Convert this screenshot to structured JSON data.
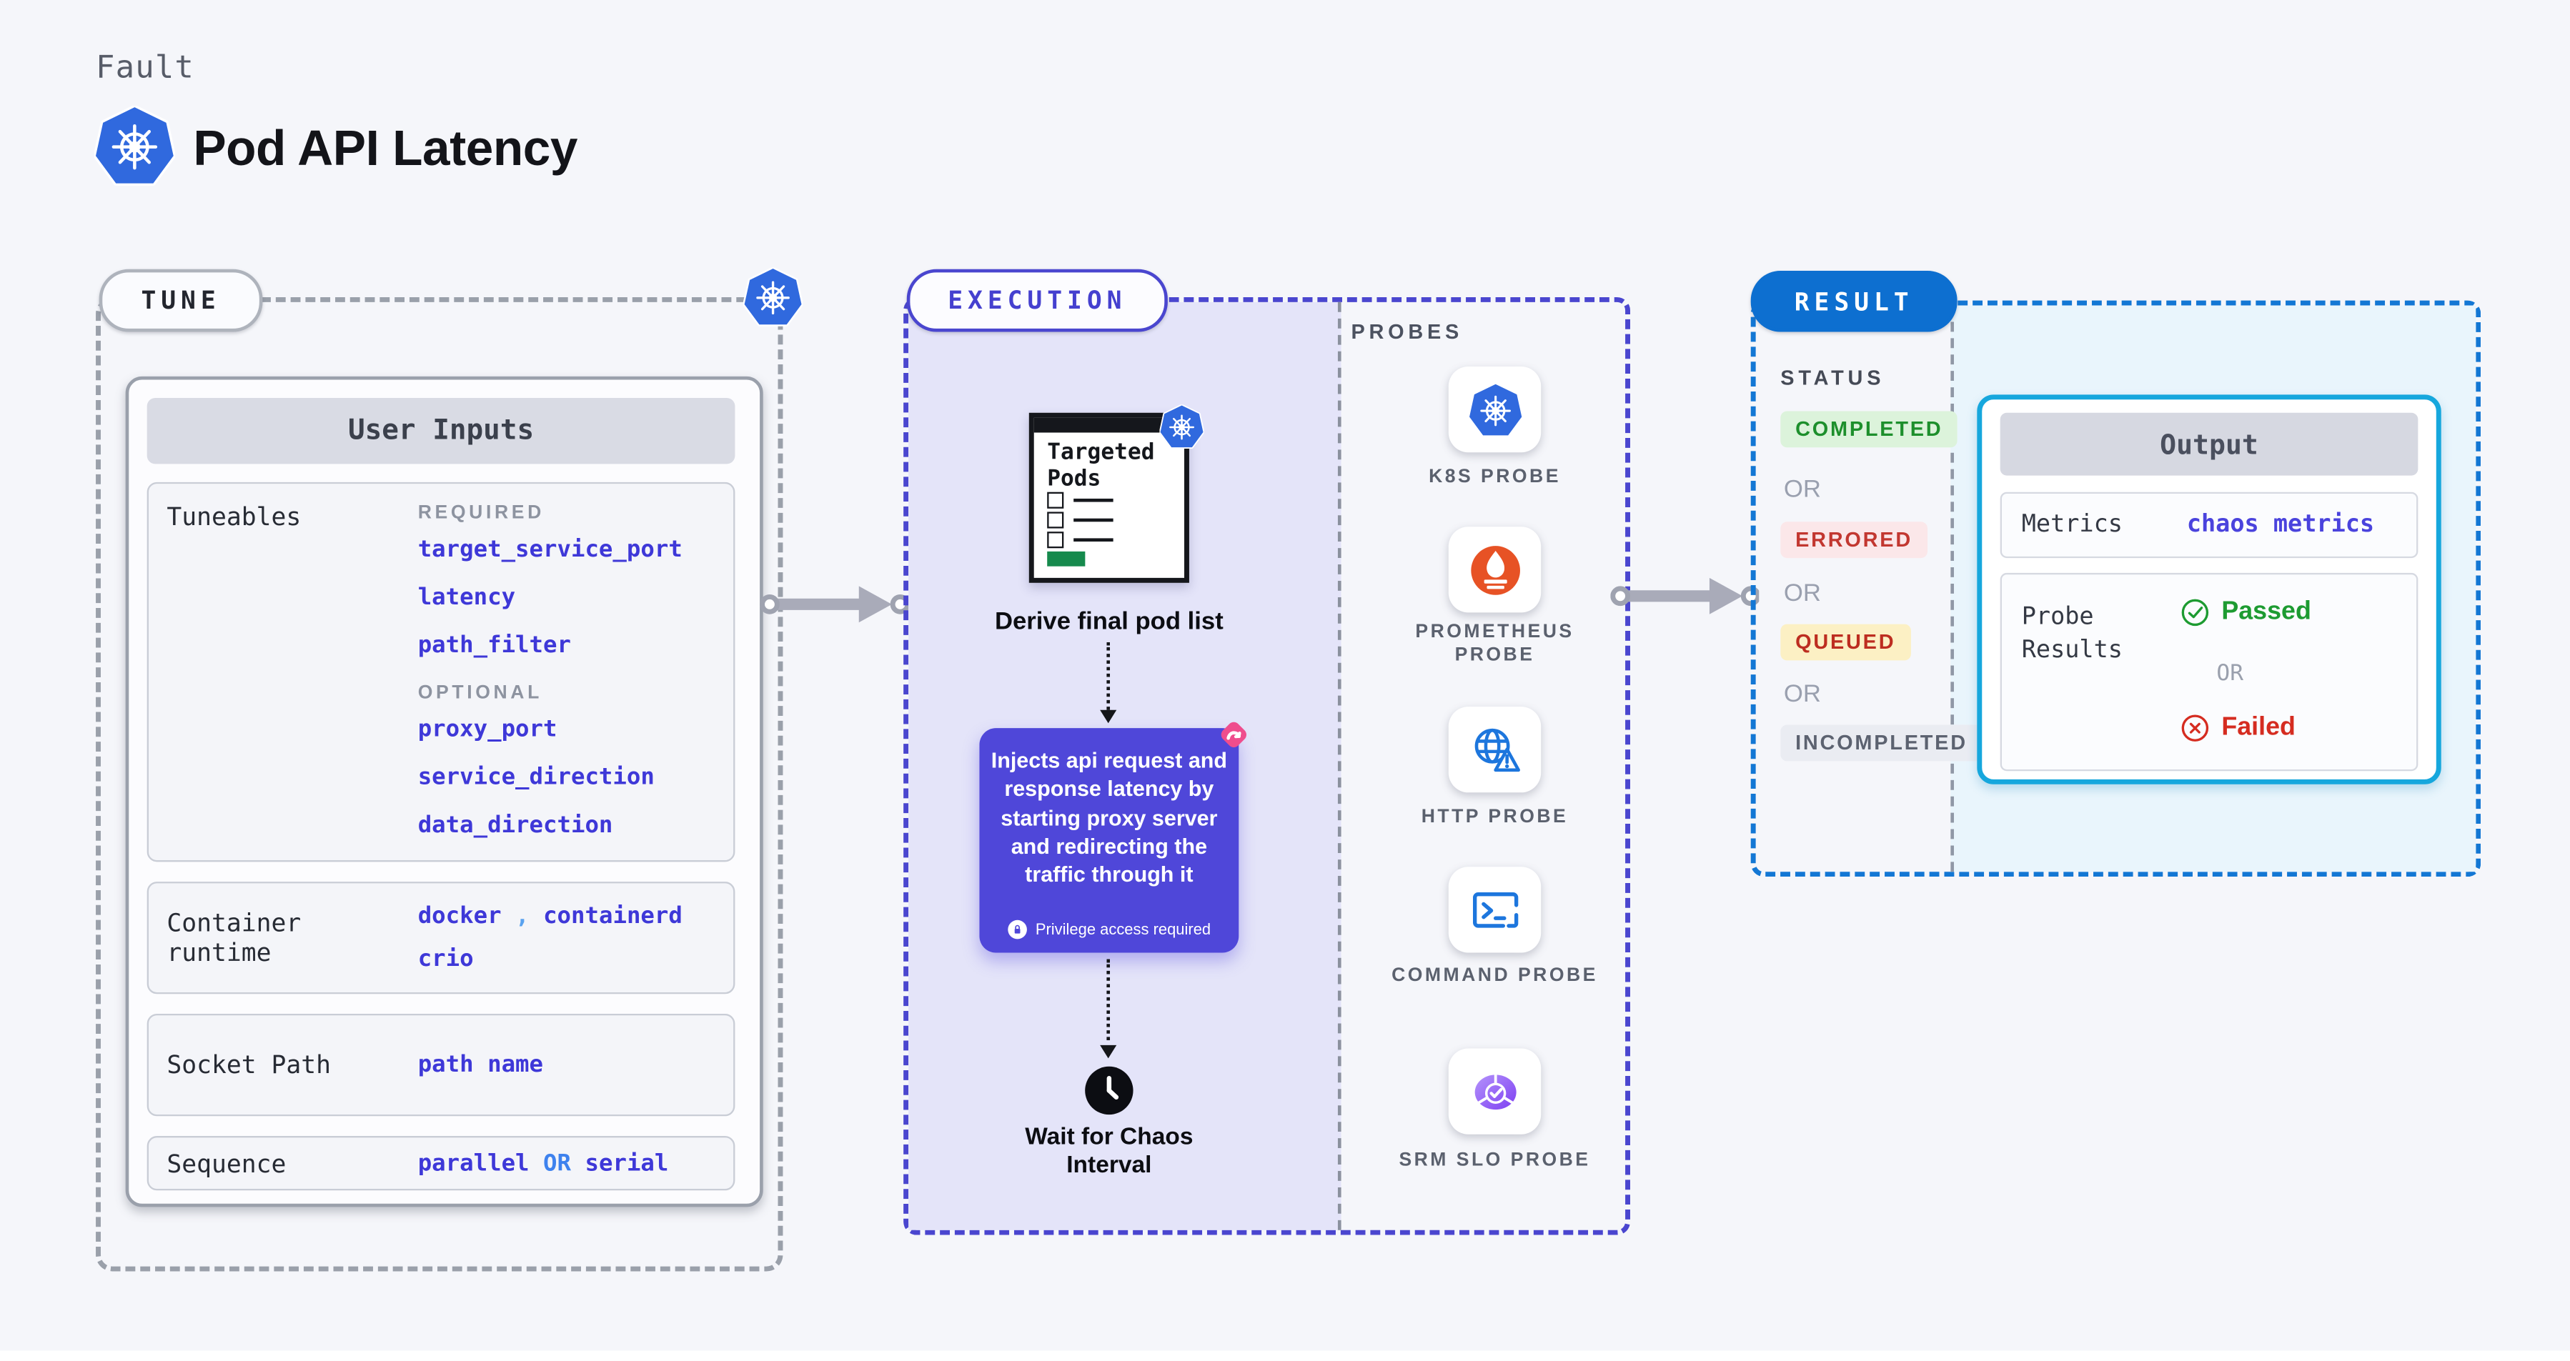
{
  "header": {
    "eyebrow": "Fault",
    "title": "Pod API Latency"
  },
  "tune": {
    "label": "TUNE",
    "card_title": "User Inputs",
    "tuneables_label": "Tuneables",
    "required_label": "REQUIRED",
    "required": [
      "target_service_port",
      "latency",
      "path_filter"
    ],
    "optional_label": "OPTIONAL",
    "optional": [
      "proxy_port",
      "service_direction",
      "data_direction"
    ],
    "container_runtime_label": "Container runtime",
    "runtime_value_1": "docker",
    "runtime_comma": ",",
    "runtime_value_2": "containerd",
    "runtime_value_3": "crio",
    "socket_path_label": "Socket Path",
    "socket_path_value": "path name",
    "sequence_label": "Sequence",
    "sequence_value_a": "parallel",
    "sequence_or": "OR",
    "sequence_value_b": "serial"
  },
  "execution": {
    "label": "EXECUTION",
    "pods_card_title": "Targeted Pods",
    "derive_caption": "Derive final pod list",
    "inject_text": "Injects api request and response latency by starting proxy server and redirecting the traffic through it",
    "privilege_note": "Privilege access required",
    "wait_caption": "Wait for Chaos Interval"
  },
  "probes": {
    "label": "PROBES",
    "items": [
      {
        "name": "K8S PROBE",
        "icon": "kubernetes-icon"
      },
      {
        "name": "PROMETHEUS PROBE",
        "icon": "prometheus-icon"
      },
      {
        "name": "HTTP PROBE",
        "icon": "globe-alert-icon"
      },
      {
        "name": "COMMAND PROBE",
        "icon": "terminal-icon"
      },
      {
        "name": "SRM SLO PROBE",
        "icon": "slo-gauge-icon"
      }
    ]
  },
  "result": {
    "label": "RESULT",
    "status_label": "STATUS",
    "or_label": "OR",
    "statuses": [
      {
        "text": "COMPLETED",
        "color": "#1d8f2c",
        "bg": "#dcf3db"
      },
      {
        "text": "ERRORED",
        "color": "#c23730",
        "bg": "#fbe7e9"
      },
      {
        "text": "QUEUED",
        "color": "#bd2d20",
        "bg": "#fcf0c4"
      },
      {
        "text": "INCOMPLETED",
        "color": "#5c6270",
        "bg": "#eaecf2"
      }
    ],
    "output": {
      "title": "Output",
      "metrics_label": "Metrics",
      "metrics_value": "chaos metrics",
      "probe_results_label": "Probe Results",
      "passed": "Passed",
      "or": "OR",
      "failed": "Failed"
    }
  },
  "colors": {
    "page_bg": "#f5f6fa",
    "tune_dash": "#9aa0aa",
    "execution_dash": "#4a46cf",
    "execution_bg": "#e4e4f9",
    "result_dash": "#1377d4",
    "result_pill_bg": "#0d6fd0",
    "result_panel_bg": "#e9f5fc",
    "output_border": "#16a7dd",
    "code_text": "#3e38d8",
    "inject_box_bg": "#4f47d9",
    "kubernetes_blue": "#3069de",
    "prometheus_orange": "#e75225",
    "probe_icon_blue": "#1d76dd",
    "srm_purple": "#7e3ff2",
    "litmus_pink": "#ef4d8d",
    "passed_green": "#1d9b31",
    "failed_red": "#d52c20",
    "arrow_gray": "#a9abb9",
    "progress_green": "#168a4d"
  }
}
